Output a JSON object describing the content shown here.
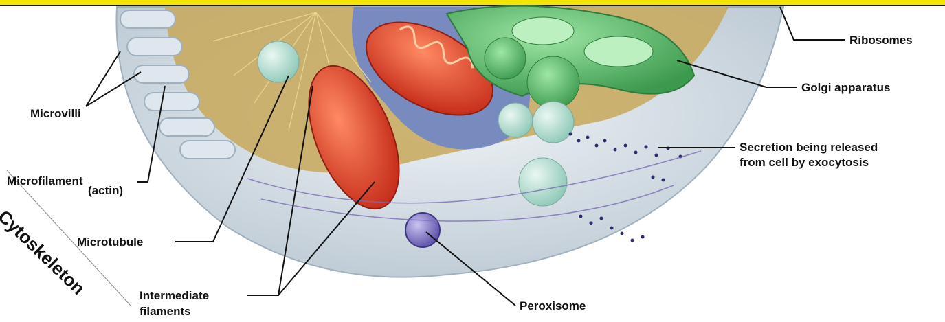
{
  "labels": {
    "ribosomes": "Ribosomes",
    "golgi": "Golgi apparatus",
    "microvilli": "Microvilli",
    "secretion_line1": "Secretion being released",
    "secretion_line2": "from cell by exocytosis",
    "microfilament": "Microfilament",
    "actin": "(actin)",
    "microtubule": "Microtubule",
    "cytoskeleton": "Cytoskeleton",
    "intermediate_line1": "Intermediate",
    "intermediate_line2": "filaments",
    "peroxisome": "Peroxisome"
  },
  "colors": {
    "banner": "#f4e600",
    "cytoplasm": "#c8a85a",
    "mitochondria": "#e0412a",
    "golgi": "#5fbf6a",
    "er": "#6f86c8",
    "membrane": "#cfd9e2",
    "leader_line": "#111111"
  }
}
